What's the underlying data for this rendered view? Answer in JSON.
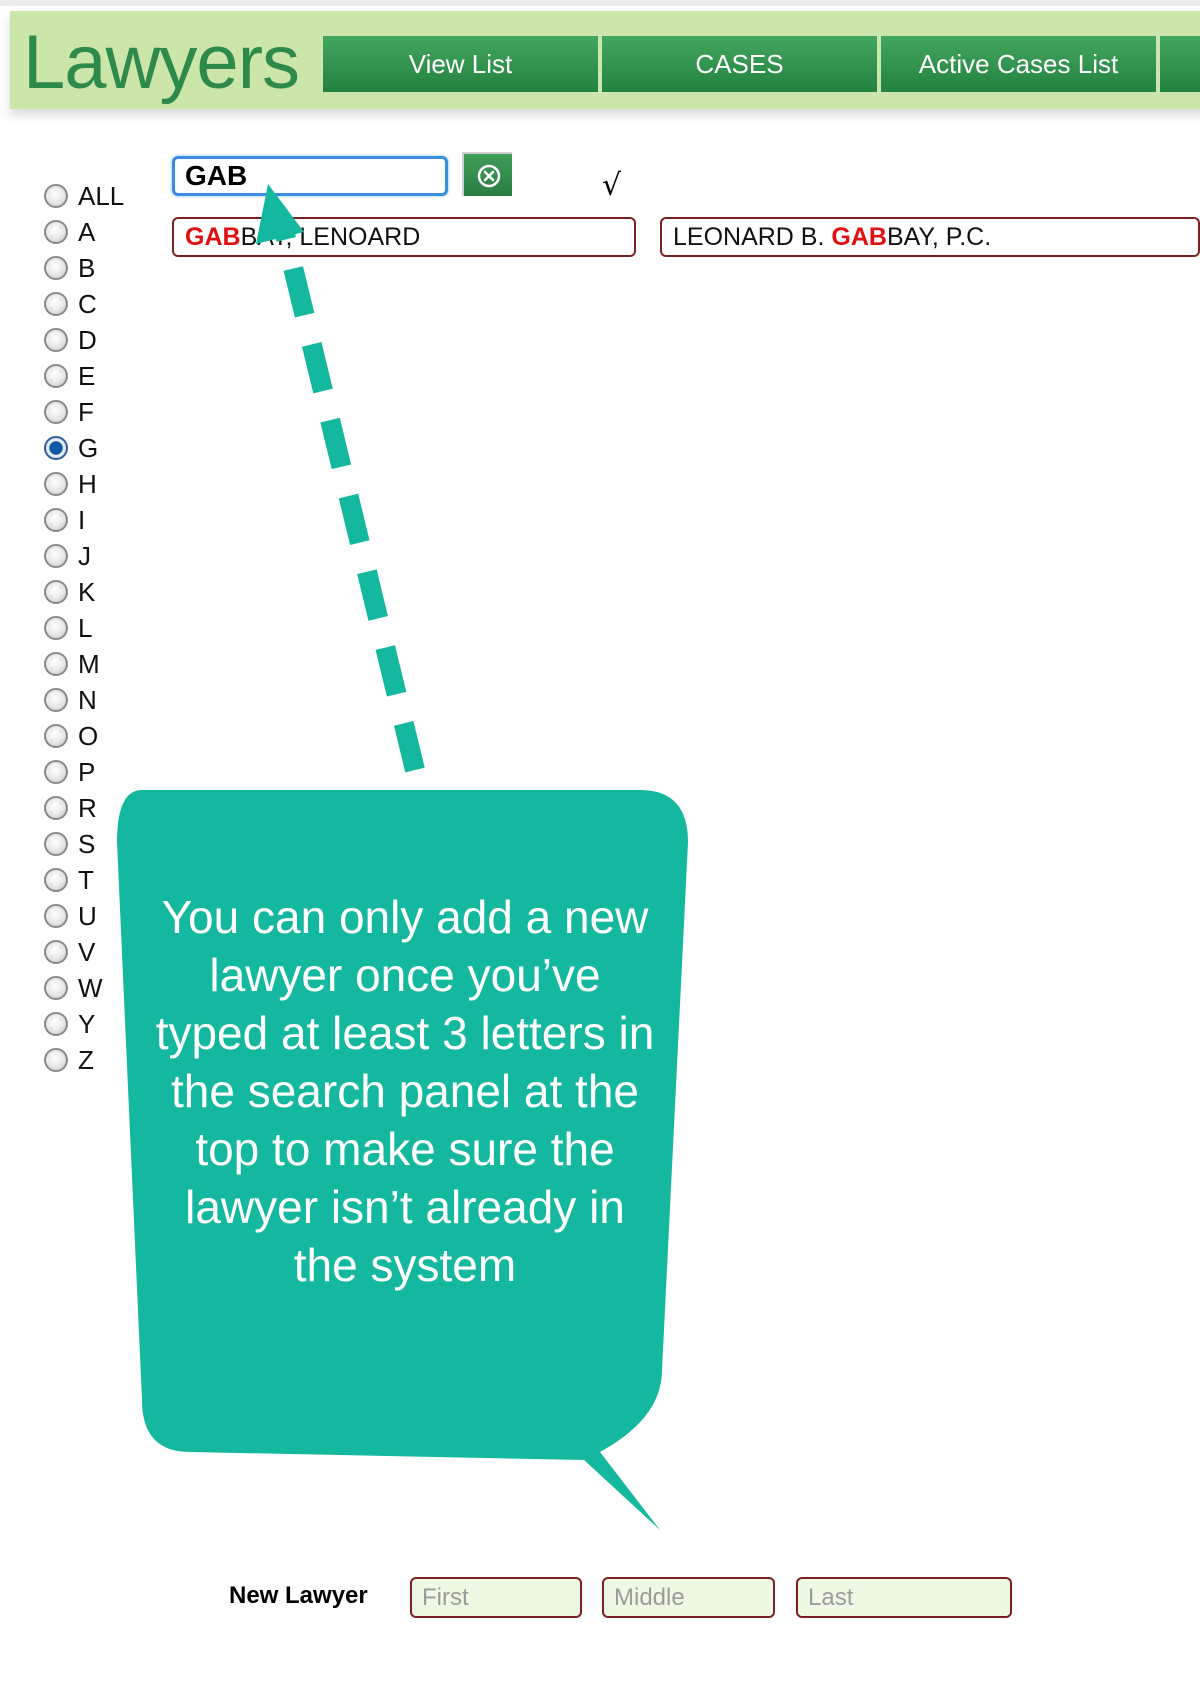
{
  "app": {
    "title": "Lawyers"
  },
  "nav": [
    {
      "label": "View List"
    },
    {
      "label": "CASES"
    },
    {
      "label": "Active Cases List"
    }
  ],
  "search": {
    "value": "GAB",
    "check_mark": "√"
  },
  "results": [
    {
      "highlight": "GAB",
      "rest": "BAY, LENOARD",
      "prefix": ""
    },
    {
      "prefix": "LEONARD B. ",
      "highlight": "GAB",
      "rest": "BAY, P.C."
    }
  ],
  "letters": {
    "selected": "G",
    "items": [
      "ALL",
      "A",
      "B",
      "C",
      "D",
      "E",
      "F",
      "G",
      "H",
      "I",
      "J",
      "K",
      "L",
      "M",
      "N",
      "O",
      "P",
      "R",
      "S",
      "T",
      "U",
      "V",
      "W",
      "Y",
      "Z"
    ]
  },
  "callout": {
    "text": "You can only add a new lawyer once you’ve typed at least 3 letters in the search panel at the top to make sure the lawyer isn’t already in the system",
    "color": "#14b89e"
  },
  "new_lawyer": {
    "label": "New Lawyer",
    "first_placeholder": "First",
    "middle_placeholder": "Middle",
    "last_placeholder": "Last"
  },
  "colors": {
    "header_bg": "#cbe6a8",
    "logo": "#2e8a4a",
    "nav_button": "#2e9148",
    "highlight": "#e01010",
    "field_border": "#7a2020"
  }
}
